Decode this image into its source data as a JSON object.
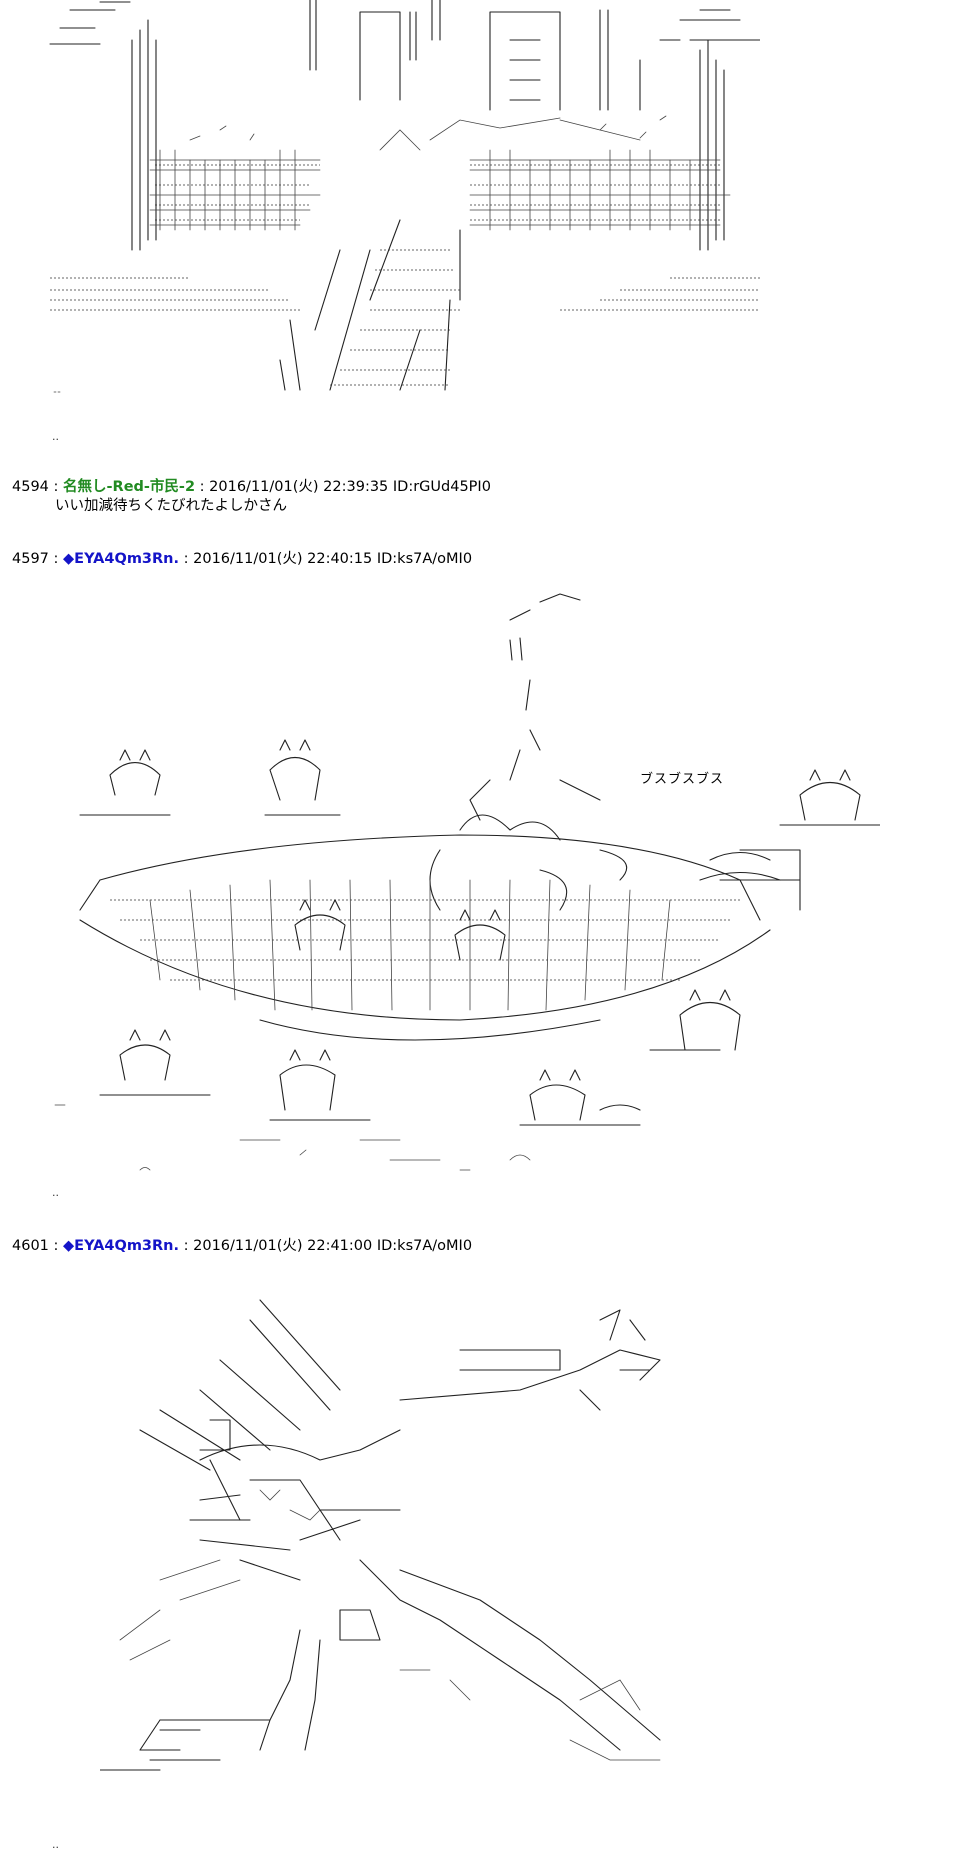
{
  "posts": [
    {
      "number": "4594",
      "separator": ":",
      "name": "名無し-Red-市民-2",
      "date": "2016/11/01(火) 22:39:35",
      "id": "ID:rGUd45PI0",
      "body": "いい加減待ちくたびれたよしかさん"
    },
    {
      "number": "4597",
      "separator": ":",
      "name": "◆EYA4Qm3Rn.",
      "date": "2016/11/01(火) 22:40:15",
      "id": "ID:ks7A/oMI0",
      "sound_effect": "ブスブスブス"
    },
    {
      "number": "4601",
      "separator": ":",
      "name": "◆EYA4Qm3Rn.",
      "date": "2016/11/01(火) 22:41:00",
      "id": "ID:ks7A/oMI0"
    }
  ],
  "ellipsis_mark": ".."
}
